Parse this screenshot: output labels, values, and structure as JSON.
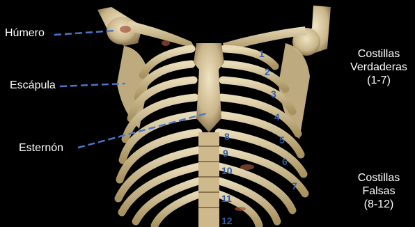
{
  "labels": {
    "humerus": "Húmero",
    "scapula": "Escápula",
    "sternum": "Esternón"
  },
  "true_ribs": {
    "line1": "Costillas",
    "line2": "Verdaderas",
    "line3": "(1-7)"
  },
  "false_ribs": {
    "line1": "Costillas",
    "line2": "Falsas",
    "line3": "(8-12)"
  },
  "rib_numbers": [
    "1",
    "2",
    "3",
    "4",
    "5",
    "6",
    "7",
    "8",
    "9",
    "10",
    "11",
    "12"
  ],
  "colors": {
    "background": "#000000",
    "bone": "#d8c9a3",
    "label_text": "#ffffff",
    "leader_line": "#4a78c8",
    "rib_number": "#2f5aa8"
  }
}
